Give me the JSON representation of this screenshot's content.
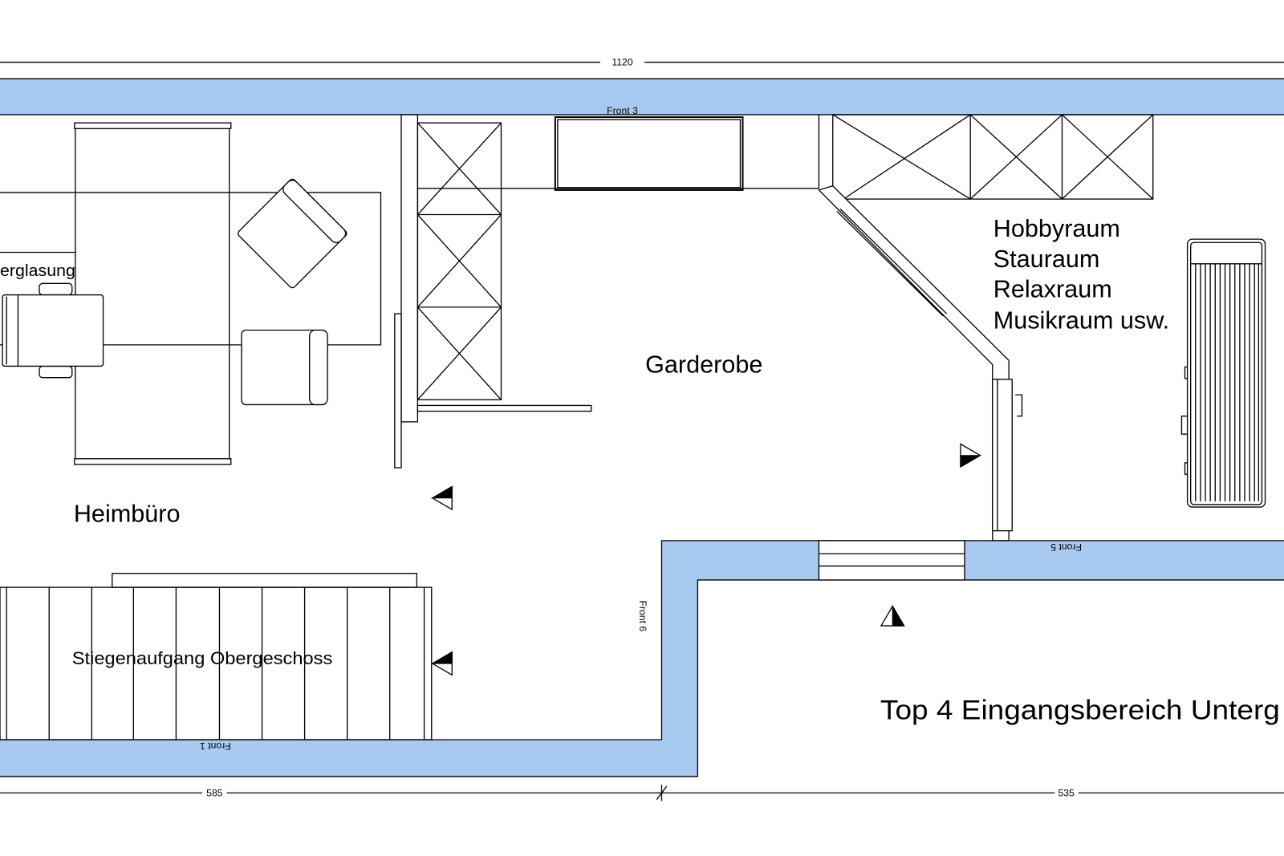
{
  "dimensions": {
    "overall": "1120",
    "left": "585",
    "right": "535"
  },
  "fronts": {
    "front3": "Front 3",
    "front5": "Front 5",
    "front6": "Front 6",
    "front1": "Front 1"
  },
  "rooms": {
    "hobby_lines": [
      "Hobbyraum",
      "Stauraum",
      "Relaxraum",
      "Musikraum usw."
    ],
    "garderobe": "Garderobe",
    "heimbuero": "Heimbüro",
    "stairs": "Stiegenaufgang Obergeschoss",
    "window_label": "erglasung",
    "title": "Top 4 Eingangsbereich Unterg"
  },
  "colors": {
    "wall": "#a8caf0",
    "line": "#000000",
    "background": "#ffffff"
  }
}
